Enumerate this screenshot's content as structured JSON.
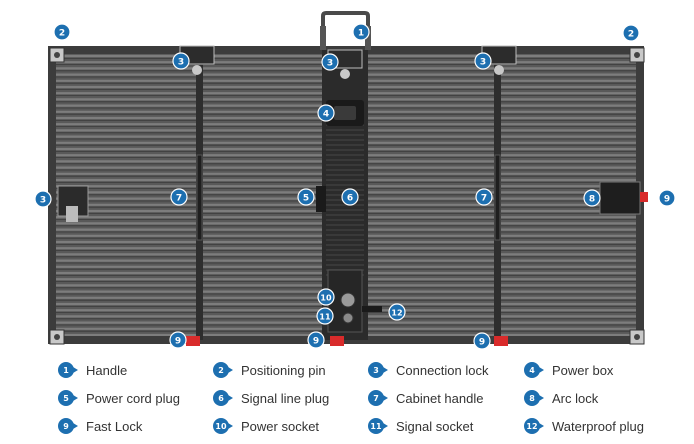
{
  "colors": {
    "accent": "#1d6fb0",
    "panel_dark": "#2b2b2b",
    "panel_mid": "#595959",
    "rib": "#7d7d7d",
    "frame_light": "#c9c9c9",
    "red_lock": "#d92b2b",
    "legend_text": "#333333"
  },
  "callouts": [
    {
      "id": "callout-handle",
      "num": "1"
    },
    {
      "id": "callout-pin-left",
      "num": "2"
    },
    {
      "id": "callout-pin-right",
      "num": "2"
    },
    {
      "id": "callout-lock-top-left",
      "num": "3"
    },
    {
      "id": "callout-lock-top-center",
      "num": "3"
    },
    {
      "id": "callout-lock-top-right",
      "num": "3"
    },
    {
      "id": "callout-lock-left",
      "num": "3"
    },
    {
      "id": "callout-power-box",
      "num": "4"
    },
    {
      "id": "callout-power-cord-plug",
      "num": "5"
    },
    {
      "id": "callout-signal-line-plug",
      "num": "6"
    },
    {
      "id": "callout-cabinet-handle-left",
      "num": "7"
    },
    {
      "id": "callout-cabinet-handle-right",
      "num": "7"
    },
    {
      "id": "callout-arc-lock",
      "num": "8"
    },
    {
      "id": "callout-fast-lock-right",
      "num": "9"
    },
    {
      "id": "callout-fast-lock-bottom-left",
      "num": "9"
    },
    {
      "id": "callout-fast-lock-bottom-center",
      "num": "9"
    },
    {
      "id": "callout-fast-lock-bottom-right",
      "num": "9"
    },
    {
      "id": "callout-power-socket",
      "num": "10"
    },
    {
      "id": "callout-signal-socket",
      "num": "11"
    },
    {
      "id": "callout-waterproof-plug",
      "num": "12"
    }
  ],
  "legend": [
    {
      "num": "1",
      "label": "Handle"
    },
    {
      "num": "2",
      "label": "Positioning pin"
    },
    {
      "num": "3",
      "label": "Connection lock"
    },
    {
      "num": "4",
      "label": "Power box"
    },
    {
      "num": "5",
      "label": "Power cord plug"
    },
    {
      "num": "6",
      "label": "Signal line plug"
    },
    {
      "num": "7",
      "label": "Cabinet handle"
    },
    {
      "num": "8",
      "label": "Arc lock"
    },
    {
      "num": "9",
      "label": "Fast Lock"
    },
    {
      "num": "10",
      "label": "Power socket"
    },
    {
      "num": "11",
      "label": "Signal socket"
    },
    {
      "num": "12",
      "label": "Waterproof plug"
    }
  ]
}
